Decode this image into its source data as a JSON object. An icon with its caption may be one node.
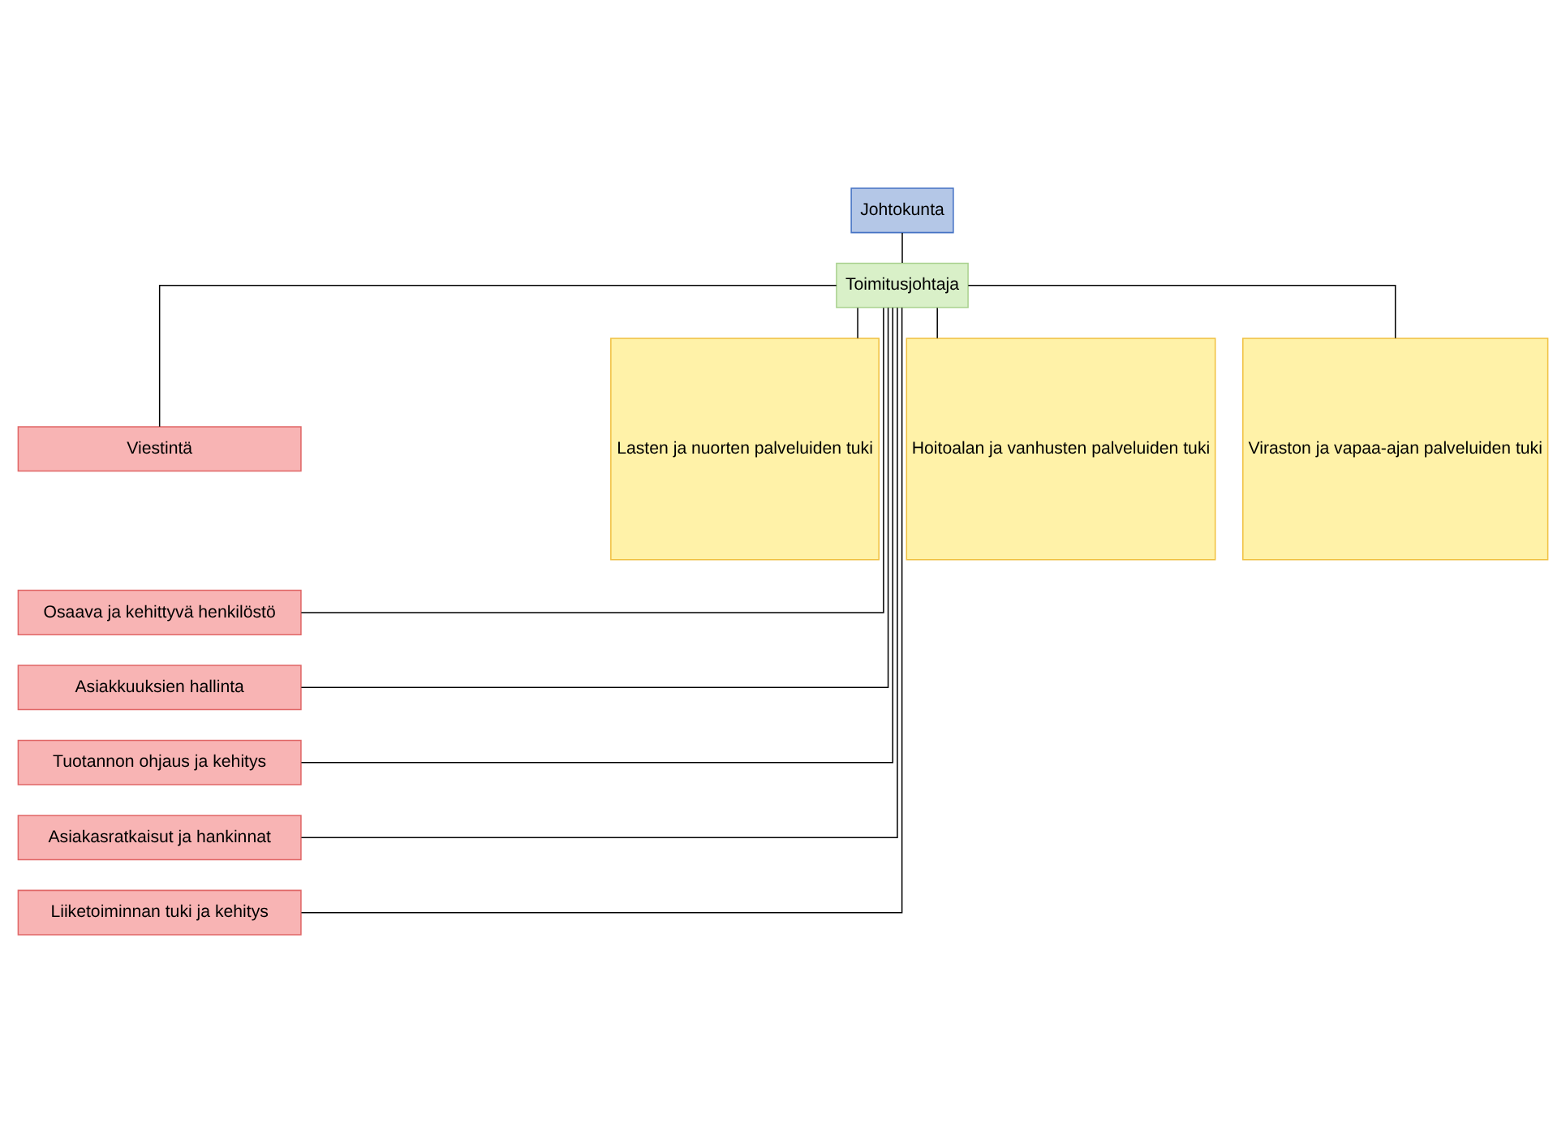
{
  "diagram": {
    "nodes": [
      {
        "text": [
          "Johtokunta"
        ]
      },
      {
        "text": [
          "Toimitusjohtaja"
        ]
      },
      {
        "text": [
          "Viestintä"
        ]
      },
      {
        "text": [
          "Osaava ja kehittyvä henkilöstö"
        ]
      },
      {
        "text": [
          "Asiakkuuksien hallinta"
        ]
      },
      {
        "text": [
          "Tuotannon ohjaus ja kehitys"
        ]
      },
      {
        "text": [
          "Asiakasratkaisut ja hankinnat"
        ]
      },
      {
        "text": [
          "Liiketoiminnan tuki ja kehitys"
        ]
      },
      {
        "text": [
          "Lasten ja nuorten palveluiden tuki"
        ]
      },
      {
        "text": [
          "Hoitoalan ja vanhusten palveluiden tuki"
        ]
      },
      {
        "text": [
          "Viraston ja vapaa-ajan palveluiden tuki"
        ]
      }
    ],
    "edges": [
      {
        "from": 0,
        "to": 1,
        "arrow": "none"
      },
      {
        "from": 1,
        "to": 2,
        "arrow": "none"
      },
      {
        "from": 1,
        "to": 3,
        "arrow": "none"
      },
      {
        "from": 1,
        "to": 4,
        "arrow": "none"
      },
      {
        "from": 1,
        "to": 5,
        "arrow": "none"
      },
      {
        "from": 1,
        "to": 6,
        "arrow": "none"
      },
      {
        "from": 1,
        "to": 7,
        "arrow": "none"
      },
      {
        "from": 1,
        "to": 8,
        "arrow": "none"
      },
      {
        "from": 1,
        "to": 9,
        "arrow": "none"
      },
      {
        "from": 1,
        "to": 10,
        "arrow": "none"
      }
    ]
  }
}
